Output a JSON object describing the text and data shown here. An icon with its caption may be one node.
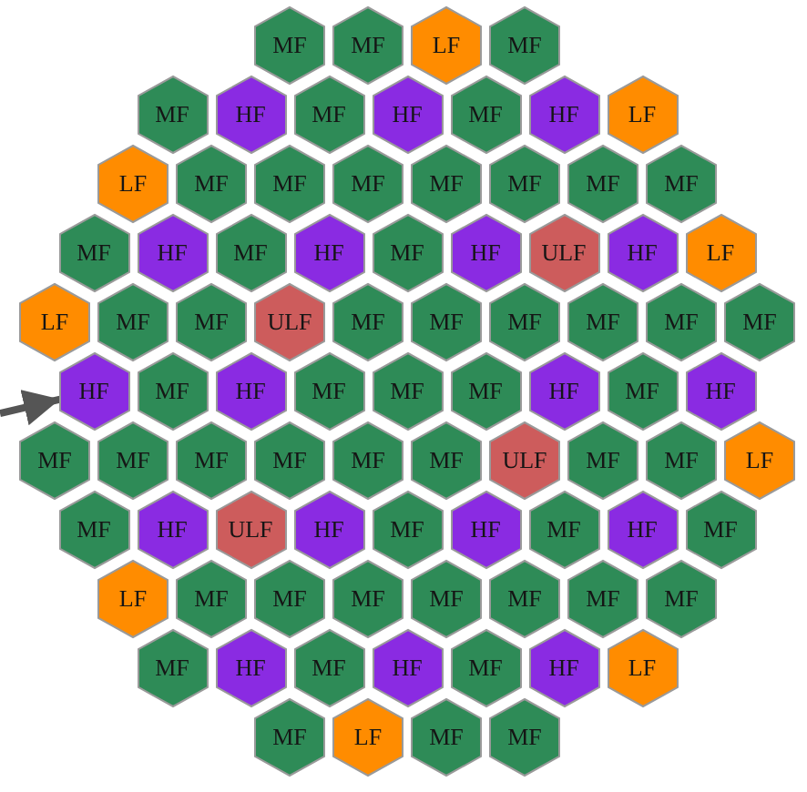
{
  "diagram": {
    "nodes": [
      {
        "text": [
          "MF"
        ]
      },
      {
        "text": [
          "MF"
        ]
      },
      {
        "text": [
          "LF"
        ]
      },
      {
        "text": [
          "MF"
        ]
      },
      {
        "text": [
          "MF"
        ]
      },
      {
        "text": [
          "HF"
        ]
      },
      {
        "text": [
          "MF"
        ]
      },
      {
        "text": [
          "HF"
        ]
      },
      {
        "text": [
          "MF"
        ]
      },
      {
        "text": [
          "HF"
        ]
      },
      {
        "text": [
          "LF"
        ]
      },
      {
        "text": [
          "LF"
        ]
      },
      {
        "text": [
          "MF"
        ]
      },
      {
        "text": [
          "MF"
        ]
      },
      {
        "text": [
          "MF"
        ]
      },
      {
        "text": [
          "MF"
        ]
      },
      {
        "text": [
          "MF"
        ]
      },
      {
        "text": [
          "MF"
        ]
      },
      {
        "text": [
          "MF"
        ]
      },
      {
        "text": [
          "MF"
        ]
      },
      {
        "text": [
          "HF"
        ]
      },
      {
        "text": [
          "MF"
        ]
      },
      {
        "text": [
          "HF"
        ]
      },
      {
        "text": [
          "MF"
        ]
      },
      {
        "text": [
          "HF"
        ]
      },
      {
        "text": [
          "ULF"
        ]
      },
      {
        "text": [
          "HF"
        ]
      },
      {
        "text": [
          "LF"
        ]
      },
      {
        "text": [
          "LF"
        ]
      },
      {
        "text": [
          "MF"
        ]
      },
      {
        "text": [
          "MF"
        ]
      },
      {
        "text": [
          "ULF"
        ]
      },
      {
        "text": [
          "MF"
        ]
      },
      {
        "text": [
          "MF"
        ]
      },
      {
        "text": [
          "MF"
        ]
      },
      {
        "text": [
          "MF"
        ]
      },
      {
        "text": [
          "MF"
        ]
      },
      {
        "text": [
          "MF"
        ]
      },
      {
        "text": [
          "HF"
        ]
      },
      {
        "text": [
          "MF"
        ]
      },
      {
        "text": [
          "HF"
        ]
      },
      {
        "text": [
          "MF"
        ]
      },
      {
        "text": [
          "MF"
        ]
      },
      {
        "text": [
          "MF"
        ]
      },
      {
        "text": [
          "HF"
        ]
      },
      {
        "text": [
          "MF"
        ]
      },
      {
        "text": [
          "HF"
        ]
      },
      {
        "text": [
          "MF"
        ]
      },
      {
        "text": [
          "MF"
        ]
      },
      {
        "text": [
          "MF"
        ]
      },
      {
        "text": [
          "MF"
        ]
      },
      {
        "text": [
          "MF"
        ]
      },
      {
        "text": [
          "MF"
        ]
      },
      {
        "text": [
          "ULF"
        ]
      },
      {
        "text": [
          "MF"
        ]
      },
      {
        "text": [
          "MF"
        ]
      },
      {
        "text": [
          "LF"
        ]
      },
      {
        "text": [
          "MF"
        ]
      },
      {
        "text": [
          "HF"
        ]
      },
      {
        "text": [
          "ULF"
        ]
      },
      {
        "text": [
          "HF"
        ]
      },
      {
        "text": [
          "MF"
        ]
      },
      {
        "text": [
          "HF"
        ]
      },
      {
        "text": [
          "MF"
        ]
      },
      {
        "text": [
          "HF"
        ]
      },
      {
        "text": [
          "MF"
        ]
      },
      {
        "text": [
          "LF"
        ]
      },
      {
        "text": [
          "MF"
        ]
      },
      {
        "text": [
          "MF"
        ]
      },
      {
        "text": [
          "MF"
        ]
      },
      {
        "text": [
          "MF"
        ]
      },
      {
        "text": [
          "MF"
        ]
      },
      {
        "text": [
          "MF"
        ]
      },
      {
        "text": [
          "MF"
        ]
      },
      {
        "text": [
          "MF"
        ]
      },
      {
        "text": [
          "HF"
        ]
      },
      {
        "text": [
          "MF"
        ]
      },
      {
        "text": [
          "HF"
        ]
      },
      {
        "text": [
          "MF"
        ]
      },
      {
        "text": [
          "HF"
        ]
      },
      {
        "text": [
          "LF"
        ]
      },
      {
        "text": [
          "MF"
        ]
      },
      {
        "text": [
          "LF"
        ]
      },
      {
        "text": [
          "MF"
        ]
      },
      {
        "text": [
          "MF"
        ]
      }
    ],
    "edges": [
      {
        "from": null,
        "to": 38,
        "arrow": "to"
      }
    ]
  }
}
